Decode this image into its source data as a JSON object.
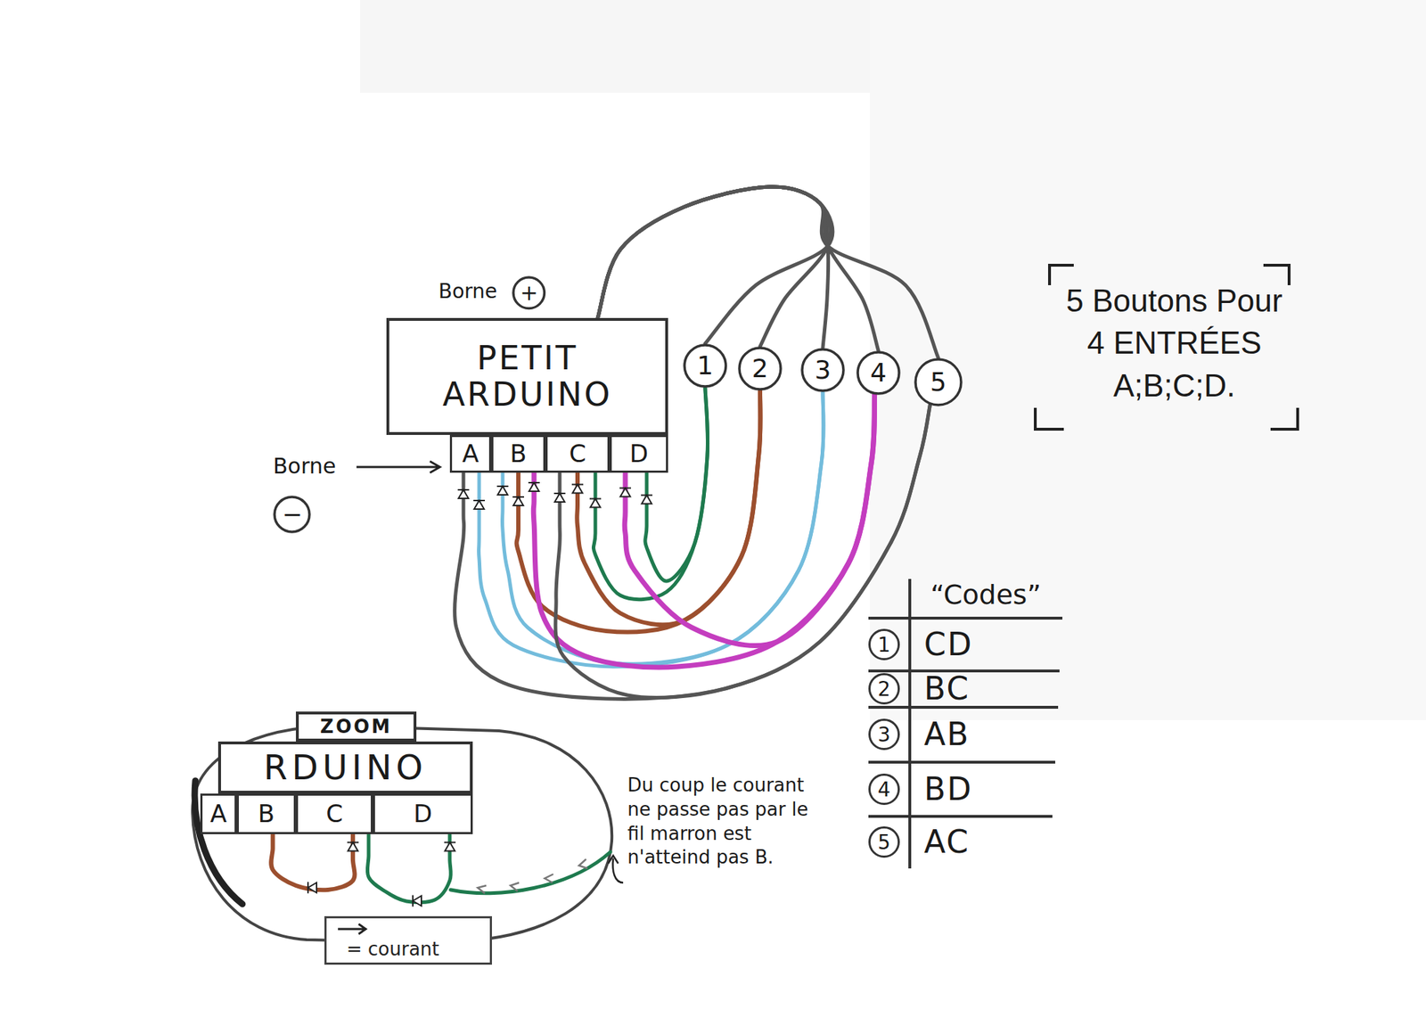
{
  "diagram": {
    "title": "5 Boutons Pour 4 ENTRÉES A;B;C;D.",
    "nodes": [
      {
        "text": [
          "PETIT ARDUINO"
        ]
      },
      {
        "text": [
          "A"
        ]
      },
      {
        "text": [
          "B"
        ]
      },
      {
        "text": [
          "C"
        ]
      },
      {
        "text": [
          "D"
        ]
      },
      {
        "text": [
          "1"
        ]
      },
      {
        "text": [
          "2"
        ]
      },
      {
        "text": [
          "3"
        ]
      },
      {
        "text": [
          "4"
        ]
      },
      {
        "text": [
          "5"
        ]
      },
      {
        "text": [
          "+"
        ]
      },
      {
        "text": [
          "−"
        ]
      },
      {
        "text": [
          "ZOOM"
        ]
      },
      {
        "text": [
          "RDUINO"
        ]
      },
      {
        "text": [
          "A"
        ]
      },
      {
        "text": [
          "B"
        ]
      },
      {
        "text": [
          "C"
        ]
      },
      {
        "text": [
          "D"
        ]
      }
    ],
    "edges": [
      {
        "from": 0,
        "to": 5,
        "arrow": "none"
      },
      {
        "from": 0,
        "to": 6,
        "arrow": "none"
      },
      {
        "from": 0,
        "to": 7,
        "arrow": "none"
      },
      {
        "from": 0,
        "to": 8,
        "arrow": "none"
      },
      {
        "from": 0,
        "to": 9,
        "arrow": "none"
      },
      {
        "from": 5,
        "to": 3,
        "arrow": "none"
      },
      {
        "from": 5,
        "to": 4,
        "arrow": "none"
      },
      {
        "from": 6,
        "to": 2,
        "arrow": "none"
      },
      {
        "from": 6,
        "to": 3,
        "arrow": "none"
      },
      {
        "from": 7,
        "to": 1,
        "arrow": "none"
      },
      {
        "from": 7,
        "to": 2,
        "arrow": "none"
      },
      {
        "from": 8,
        "to": 2,
        "arrow": "none"
      },
      {
        "from": 8,
        "to": 4,
        "arrow": "none"
      },
      {
        "from": 9,
        "to": 1,
        "arrow": "none"
      },
      {
        "from": 9,
        "to": 3,
        "arrow": "none"
      },
      {
        "from": 15,
        "to": 16,
        "arrow": "none"
      },
      {
        "from": 17,
        "to": 16,
        "arrow": "none"
      }
    ],
    "labels": [
      "Borne",
      "Borne",
      "“Codes”",
      "1",
      "CD",
      "2",
      "BC",
      "3",
      "AB",
      "4",
      "BD",
      "5",
      "AC",
      "Du coup le courant ne passe pas par le fil marron est n'atteind pas B."
    ],
    "legend": [
      {
        "text": "= courant"
      }
    ]
  }
}
